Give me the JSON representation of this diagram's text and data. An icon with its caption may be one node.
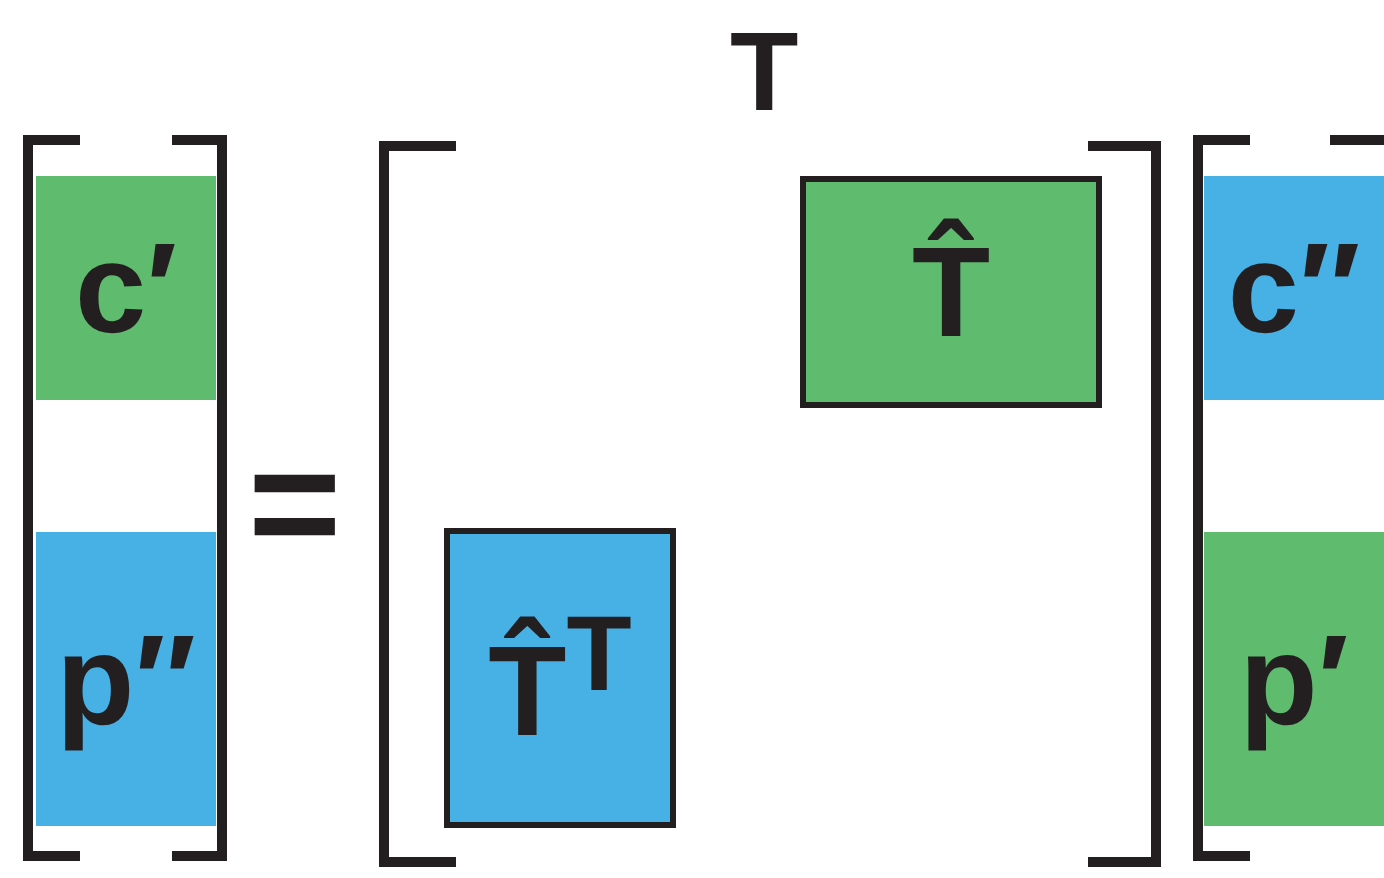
{
  "diagram": {
    "title": "T",
    "nodes": [
      {
        "text": [
          "c′"
        ]
      },
      {
        "text": [
          "p″"
        ]
      },
      {
        "text": [
          "T̂"
        ]
      },
      {
        "text": [
          "T̂$^{T}$"
        ]
      },
      {
        "text": [
          "c″"
        ]
      },
      {
        "text": [
          "p′"
        ]
      }
    ],
    "labels": [
      "="
    ]
  }
}
